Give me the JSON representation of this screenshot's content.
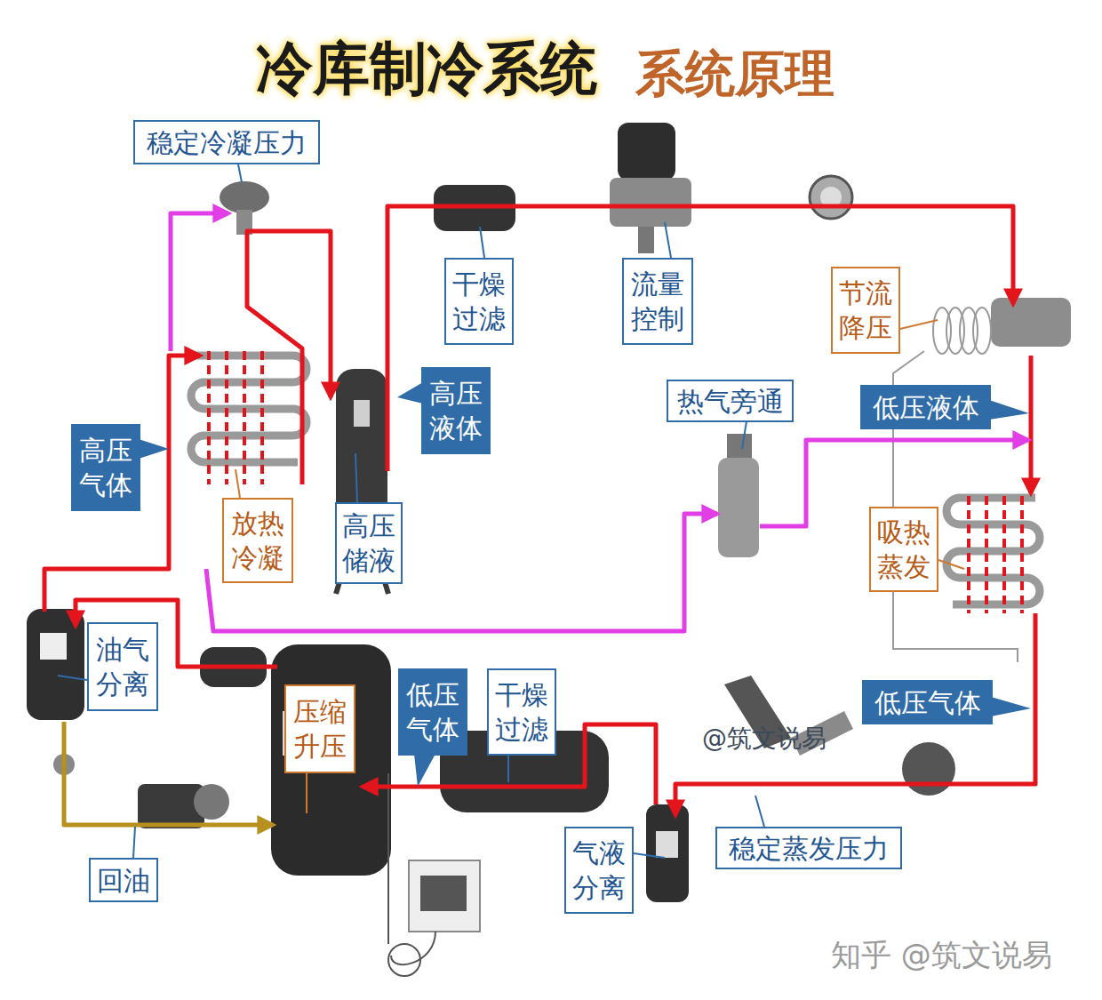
{
  "diagram": {
    "title": "冷库制冷系统",
    "nodes": [
      {
        "text": [
          "稳定冷凝压力"
        ]
      },
      {
        "text": [
          "干燥过滤"
        ]
      },
      {
        "text": [
          "流量控制"
        ]
      },
      {
        "text": [
          "节流降压"
        ]
      },
      {
        "text": [
          "高压液体"
        ]
      },
      {
        "text": [
          "热气旁通"
        ]
      },
      {
        "text": [
          "低压液体"
        ]
      },
      {
        "text": [
          "高压气体"
        ]
      },
      {
        "text": [
          "放热冷凝"
        ]
      },
      {
        "text": [
          "高压储液"
        ]
      },
      {
        "text": [
          "吸热蒸发"
        ]
      },
      {
        "text": [
          "油气分离"
        ]
      },
      {
        "text": [
          "低压气体"
        ]
      },
      {
        "text": [
          "干燥过滤"
        ]
      },
      {
        "text": [
          "压缩升压"
        ]
      },
      {
        "text": [
          "低压气体"
        ]
      },
      {
        "text": [
          "稳定蒸发压力"
        ]
      },
      {
        "text": [
          "气液分离"
        ]
      },
      {
        "text": [
          "回油"
        ]
      }
    ],
    "labels": [
      "系统原理",
      "@筑文说易",
      "知乎 @筑文说易"
    ]
  }
}
